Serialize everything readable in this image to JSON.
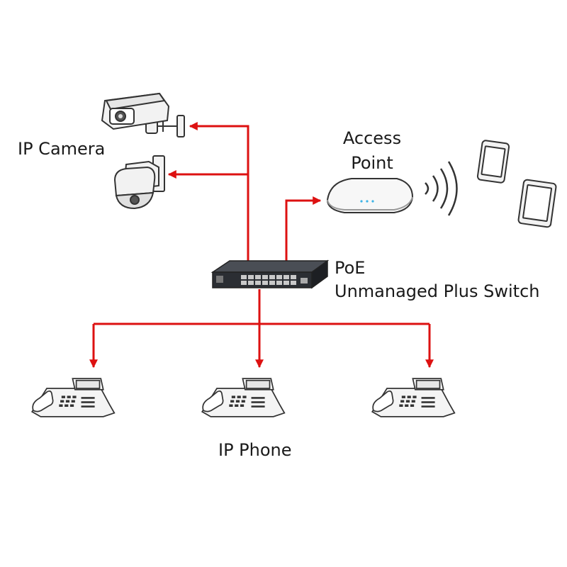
{
  "labels": {
    "ip_camera": "IP Camera",
    "access_point_line1": "Access",
    "access_point_line2": "Point",
    "switch_line1": "PoE",
    "switch_line2": "Unmanaged Plus Switch",
    "ip_phone": "IP Phone"
  },
  "colors": {
    "link": "#dd1111",
    "device_stroke": "#333333",
    "device_fill": "#f2f2f2",
    "switch_body": "#2b2e33"
  },
  "icons": [
    "bullet-camera-icon",
    "dome-camera-icon",
    "access-point-icon",
    "wifi-signal-icon",
    "smartphone-icon",
    "tablet-icon",
    "switch-icon",
    "desk-phone-icon"
  ]
}
